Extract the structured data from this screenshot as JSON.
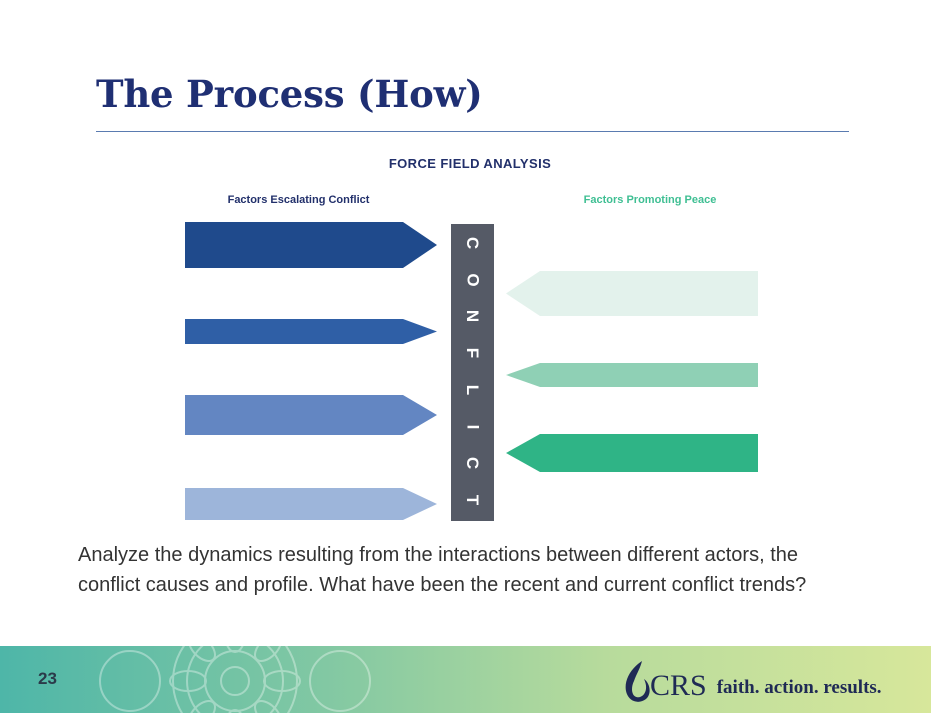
{
  "slide": {
    "title": "The Process (How)",
    "number": "23",
    "body_text": "Analyze the dynamics resulting from the interactions between different actors, the conflict causes and profile. What have been the recent and current conflict trends?"
  },
  "diagram": {
    "heading": "FORCE FIELD ANALYSIS",
    "left_label": "Factors Escalating Conflict",
    "right_label": "Factors Promoting Peace",
    "center_letters": [
      "C",
      "O",
      "N",
      "F",
      "L",
      "I",
      "C",
      "T"
    ],
    "left_arrows": [
      {
        "color": "#1f4a8c"
      },
      {
        "color": "#2f5fa6"
      },
      {
        "color": "#6386c2"
      },
      {
        "color": "#9db5da"
      }
    ],
    "right_arrows": [
      {
        "color": "#e3f2ec"
      },
      {
        "color": "#8fd0b5"
      },
      {
        "color": "#2fb486"
      }
    ]
  },
  "footer": {
    "logo_text": "CRS",
    "tagline": "faith. action. results.",
    "colors": {
      "start": "#4eb6a8",
      "end": "#d7e79b",
      "text": "#1f2a55"
    }
  }
}
